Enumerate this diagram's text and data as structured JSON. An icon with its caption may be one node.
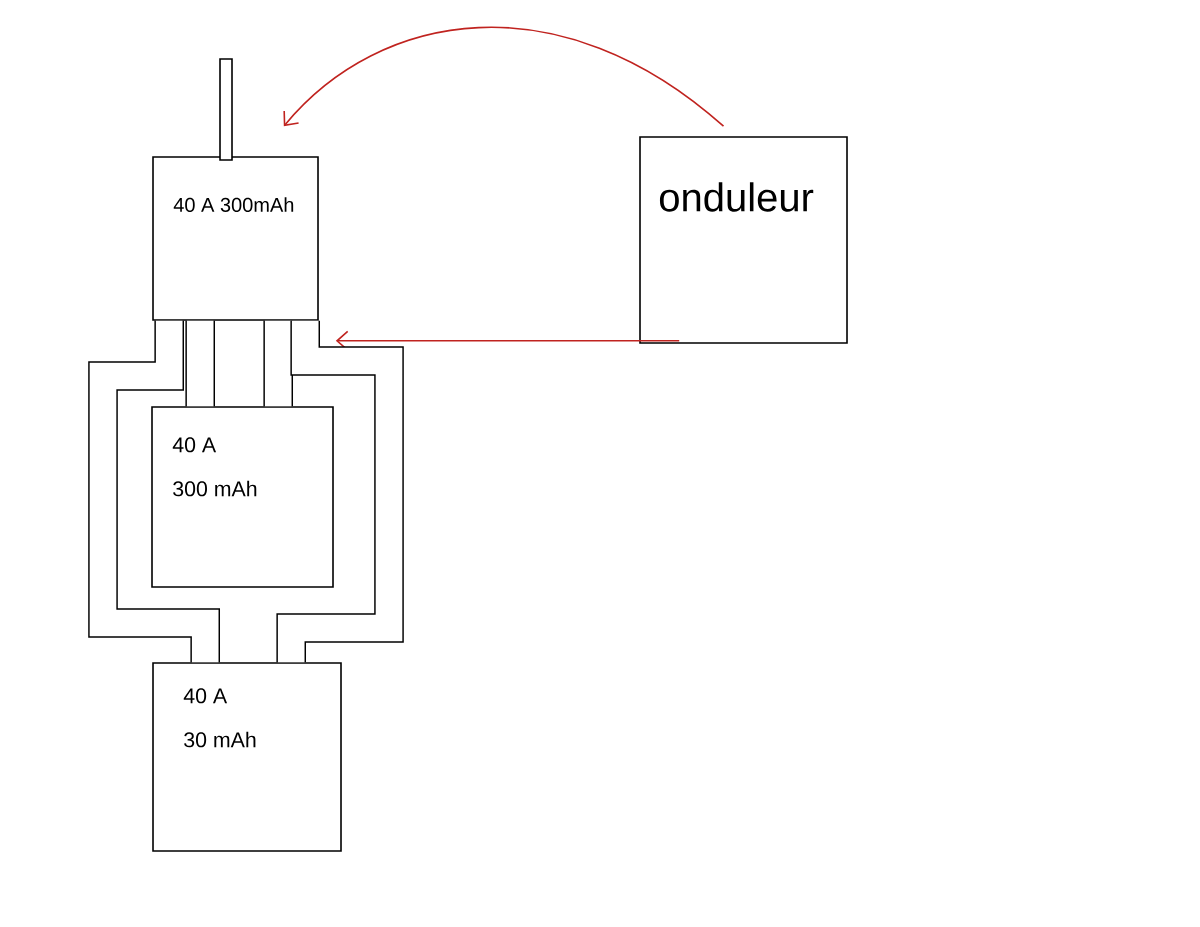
{
  "diagram": {
    "nodes": [
      {
        "text": [
          "40 A 300mAh"
        ]
      },
      {
        "text": [
          "40 A",
          "300 mAh"
        ]
      },
      {
        "text": [
          "40 A",
          "30 mAh"
        ]
      },
      {
        "text": [
          "onduleur"
        ]
      },
      {
        "text": [],
        "shape": "bar"
      }
    ],
    "edges": [
      {
        "from": 3,
        "to": 0,
        "arrow": "to",
        "color": "#c0231f"
      },
      {
        "from": 3,
        "to": 0,
        "arrow": "to",
        "color": "#c0231f"
      },
      {
        "from": 0,
        "to": 1,
        "arrow": "none"
      },
      {
        "from": 0,
        "to": 1,
        "arrow": "none"
      },
      {
        "from": 0,
        "to": 2,
        "arrow": "none"
      },
      {
        "from": 0,
        "to": 2,
        "arrow": "none"
      }
    ]
  }
}
